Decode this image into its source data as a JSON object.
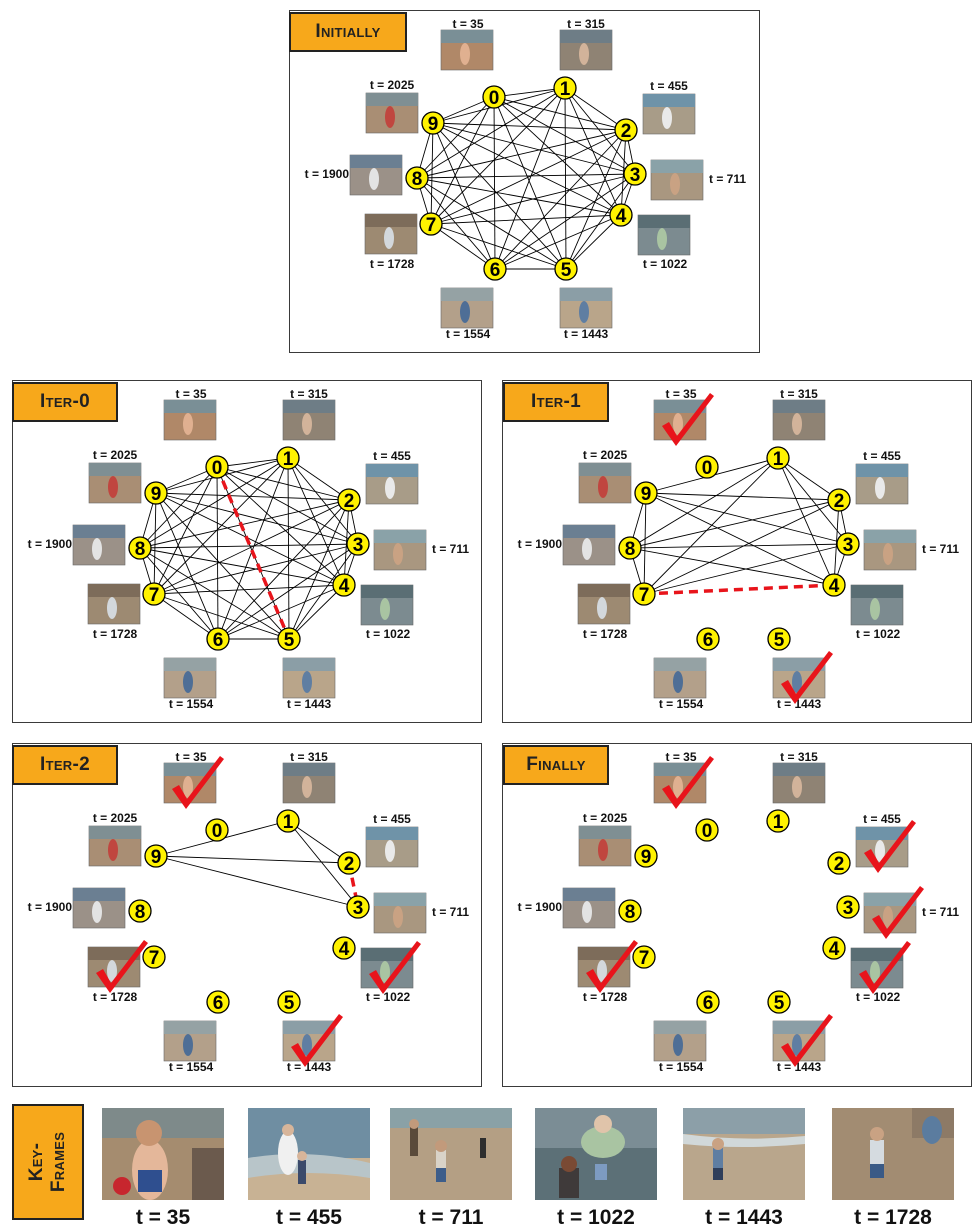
{
  "colors": {
    "accent": "#f7a81b",
    "node_fill": "#fff200",
    "check_red": "#e8141b",
    "dashed_edge": "#e8141b",
    "edge": "#000000"
  },
  "node_times": [
    "t = 35",
    "t = 315",
    "t = 455",
    "t = 711",
    "t = 1022",
    "t = 1443",
    "t = 1554",
    "t = 1728",
    "t = 1900",
    "t = 2025"
  ],
  "panels": [
    {
      "id": "initially",
      "title": "Initially",
      "checked": [],
      "dashed": null,
      "edges": "all"
    },
    {
      "id": "iter0",
      "title": "Iter-0",
      "checked": [],
      "dashed": [
        0,
        5
      ],
      "edges": "all"
    },
    {
      "id": "iter1",
      "title": "Iter-1",
      "checked": [
        0,
        5
      ],
      "dashed": [
        7,
        4
      ],
      "edges": [
        [
          1,
          2
        ],
        [
          1,
          3
        ],
        [
          1,
          4
        ],
        [
          1,
          7
        ],
        [
          1,
          8
        ],
        [
          1,
          9
        ],
        [
          2,
          3
        ],
        [
          2,
          4
        ],
        [
          2,
          7
        ],
        [
          2,
          8
        ],
        [
          2,
          9
        ],
        [
          3,
          4
        ],
        [
          3,
          7
        ],
        [
          3,
          8
        ],
        [
          3,
          9
        ],
        [
          4,
          8
        ],
        [
          4,
          9
        ],
        [
          7,
          8
        ],
        [
          7,
          9
        ],
        [
          8,
          9
        ]
      ]
    },
    {
      "id": "iter2",
      "title": "Iter-2",
      "checked": [
        0,
        4,
        5,
        7
      ],
      "dashed": [
        2,
        3
      ],
      "edges": [
        [
          1,
          9
        ],
        [
          1,
          2
        ],
        [
          1,
          3
        ],
        [
          2,
          9
        ],
        [
          3,
          9
        ]
      ]
    },
    {
      "id": "finally",
      "title": "Finally",
      "checked": [
        0,
        2,
        3,
        4,
        5,
        7
      ],
      "dashed": null,
      "edges": []
    }
  ],
  "keyframes": {
    "title": "Key-\nFrames",
    "labels": [
      "t = 35",
      "t = 455",
      "t = 711",
      "t = 1022",
      "t = 1443",
      "t = 1728"
    ]
  }
}
